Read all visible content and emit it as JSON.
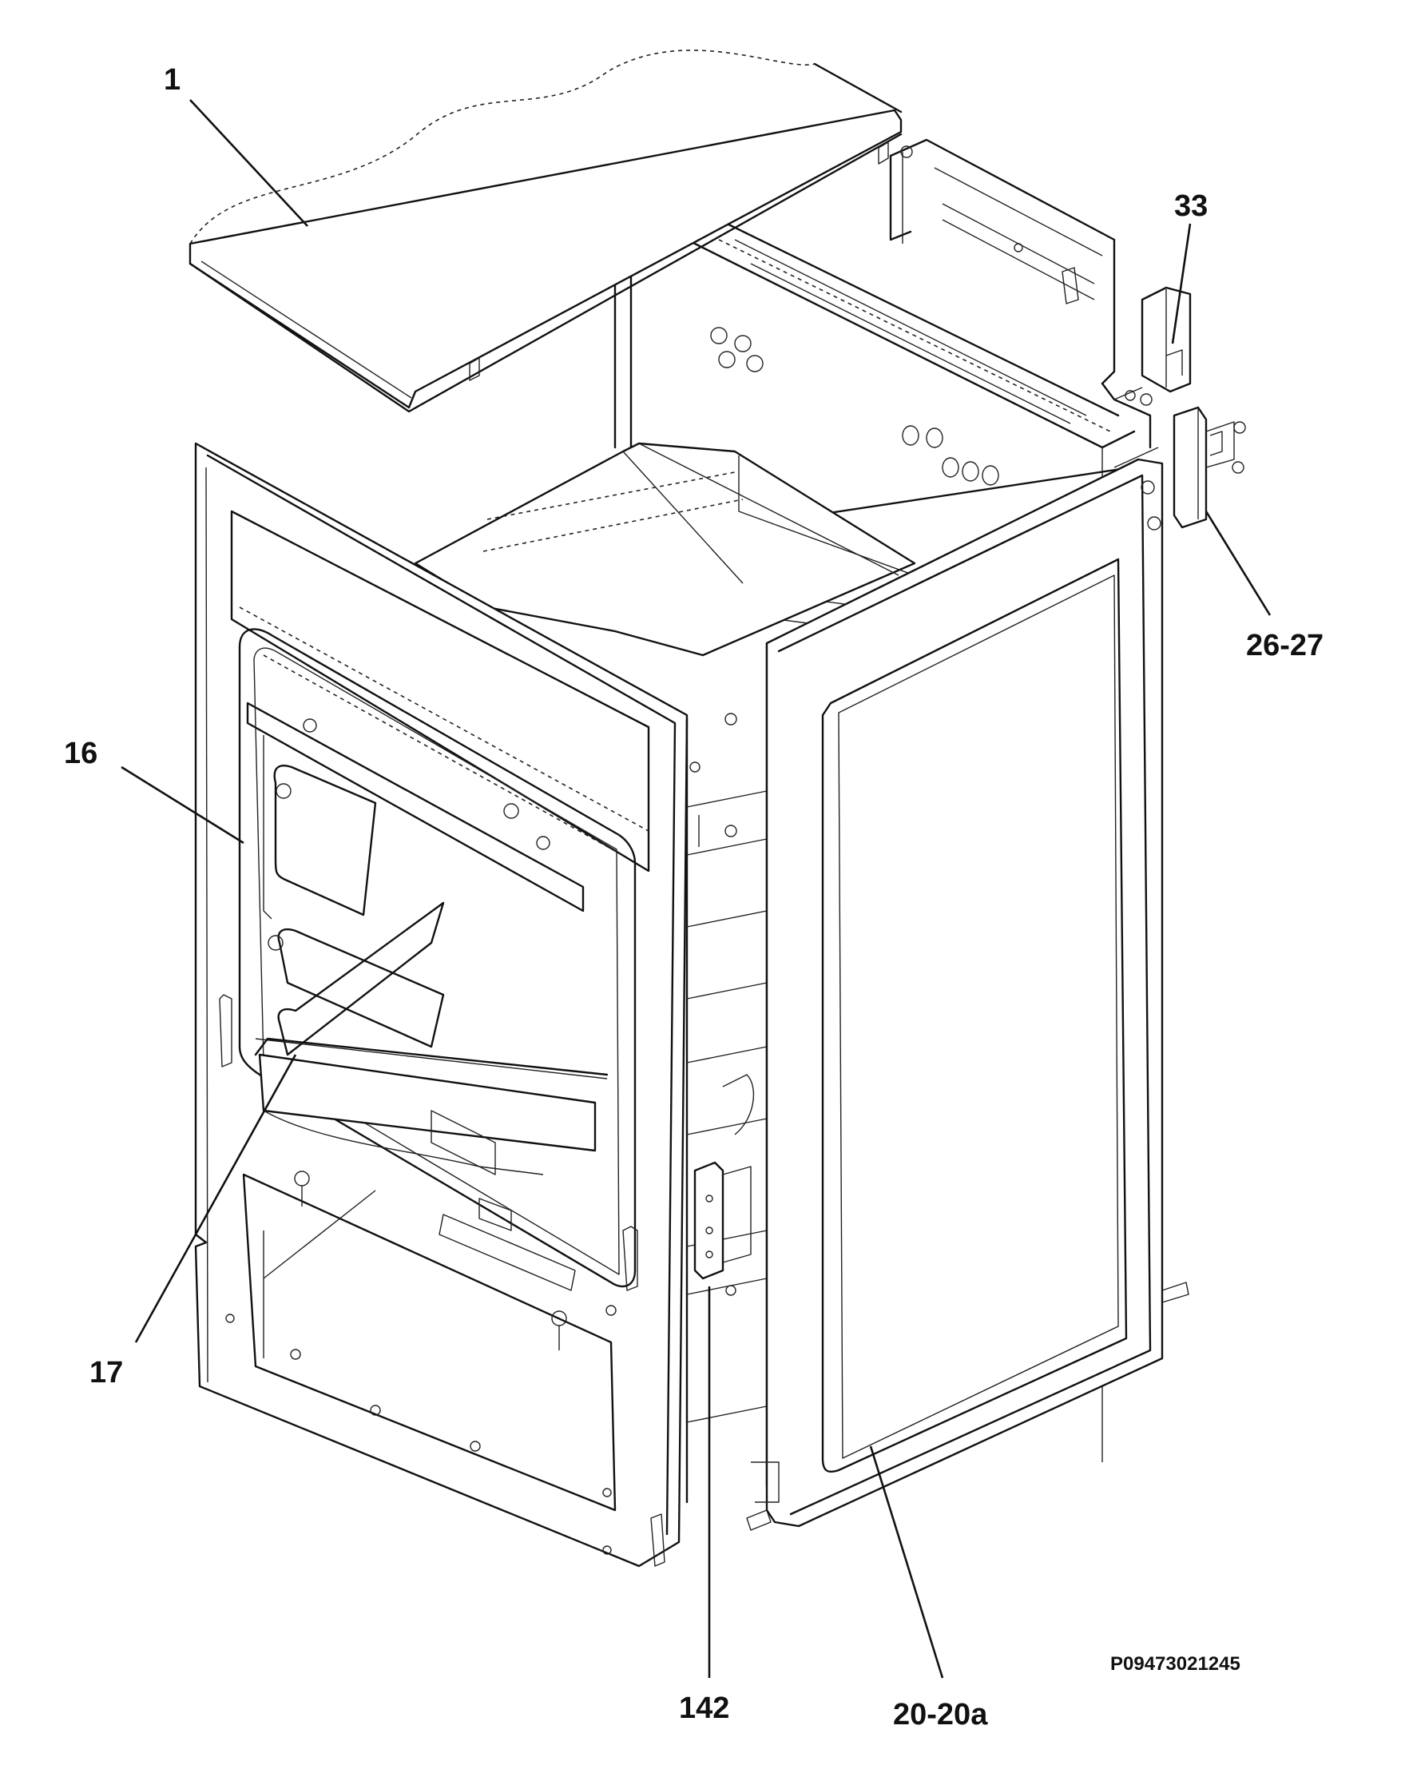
{
  "diagram": {
    "callouts": [
      "1",
      "33",
      "26-27",
      "16",
      "17",
      "142",
      "20-20a"
    ],
    "drawing_code": "P09473021245"
  }
}
